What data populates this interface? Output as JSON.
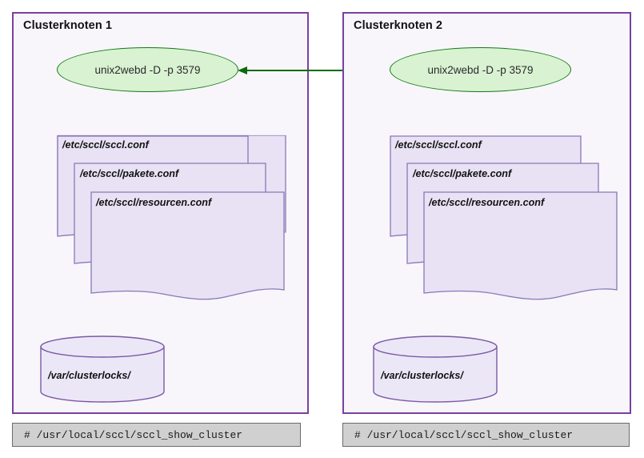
{
  "diagram": {
    "title": "SCCL Cluster Nodes Configuration Diagram",
    "colors": {
      "panel_background": "#f8f6fb",
      "panel_border": "#7b3fa0",
      "daemon_fill": "#d9f2d2",
      "daemon_border": "#127b12",
      "document_fill": "#e8e2f4",
      "document_border": "#8878b8",
      "cylinder_fill": "#ece7f6",
      "cylinder_border": "#7a5aa8",
      "command_bar_fill": "#d0d0d0",
      "command_bar_border": "#6b6b6b",
      "connector_arrow": "#0a6b0a",
      "page_background": "#ffffff"
    },
    "connector": {
      "style": "double-headed-arrow",
      "direction": "bidirectional",
      "color": "#0a6b0a"
    },
    "nodes": [
      {
        "id": "clusterknoten-1",
        "title": "Clusterknoten 1",
        "daemon": {
          "label": "unix2webd -D -p 3579",
          "program": "unix2webd",
          "flags": "-D -p 3579",
          "port": "3579"
        },
        "documents": [
          {
            "label": "/etc/sccl/sccl.conf"
          },
          {
            "label": "/etc/sccl/pakete.conf"
          },
          {
            "label": "/etc/sccl/resourcen.conf"
          }
        ],
        "storage": {
          "label": "/var/clusterlocks/",
          "shape": "cylinder"
        },
        "command": "# /usr/local/sccl/sccl_show_cluster"
      },
      {
        "id": "clusterknoten-2",
        "title": "Clusterknoten 2",
        "daemon": {
          "label": "unix2webd -D -p 3579",
          "program": "unix2webd",
          "flags": "-D -p 3579",
          "port": "3579"
        },
        "documents": [
          {
            "label": "/etc/sccl/sccl.conf"
          },
          {
            "label": "/etc/sccl/pakete.conf"
          },
          {
            "label": "/etc/sccl/resourcen.conf"
          }
        ],
        "storage": {
          "label": "/var/clusterlocks/",
          "shape": "cylinder"
        },
        "command": "# /usr/local/sccl/sccl_show_cluster"
      }
    ]
  }
}
